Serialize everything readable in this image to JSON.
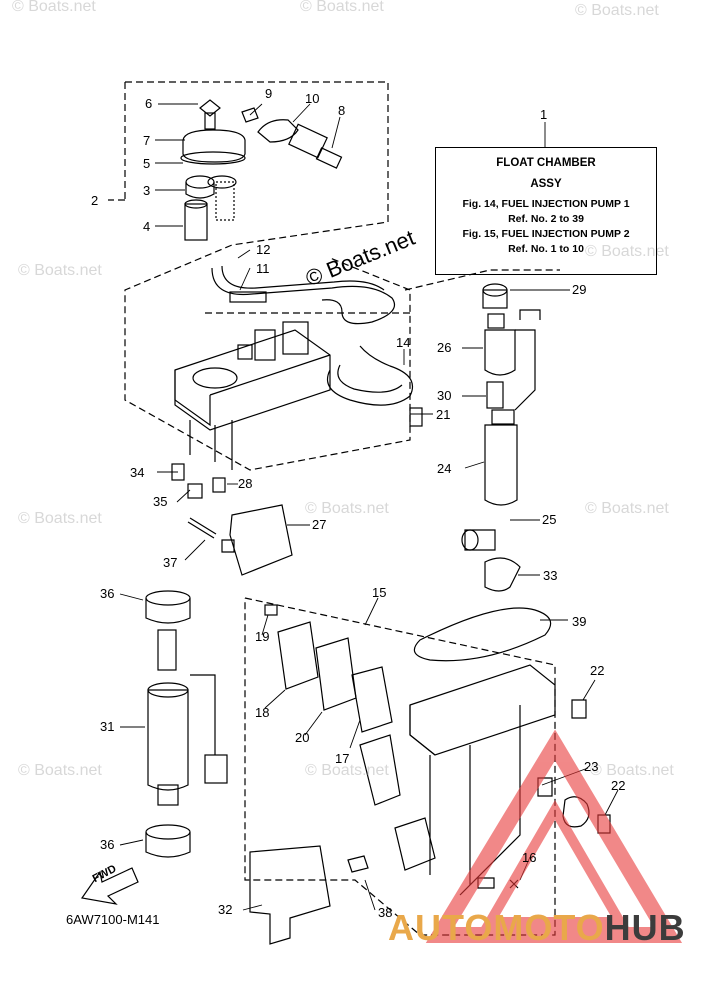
{
  "callouts": {
    "c1": "1",
    "c2": "2",
    "c3": "3",
    "c4": "4",
    "c5": "5",
    "c6": "6",
    "c7": "7",
    "c8": "8",
    "c9": "9",
    "c10": "10",
    "c11": "11",
    "c12": "12",
    "c14": "14",
    "c15": "15",
    "c16": "16",
    "c17": "17",
    "c18": "18",
    "c19": "19",
    "c20": "20",
    "c21": "21",
    "c22a": "22",
    "c22b": "22",
    "c23": "23",
    "c24": "24",
    "c25": "25",
    "c26": "26",
    "c27": "27",
    "c28": "28",
    "c29": "29",
    "c30": "30",
    "c31": "31",
    "c32": "32",
    "c33": "33",
    "c34": "34",
    "c35": "35",
    "c36a": "36",
    "c36b": "36",
    "c37": "37",
    "c38": "38",
    "c39": "39"
  },
  "info_box": {
    "line1": "FLOAT CHAMBER",
    "line2": "ASSY",
    "line3": "Fig. 14, FUEL INJECTION PUMP 1",
    "line4": "Ref. No. 2 to 39",
    "line5": "Fig. 15, FUEL INJECTION PUMP 2",
    "line6": "Ref. No. 1 to 10"
  },
  "diagram_code": "6AW7100-M141",
  "fwd_label": "FWD",
  "watermark": "© Boats.net",
  "brand": {
    "part1": "AUTOMOTO",
    "part2": "HUB"
  },
  "colors": {
    "accent_triangle": "#e83a3a",
    "brand_orange": "#e9a84a",
    "brand_dark": "#3c3c3c"
  }
}
